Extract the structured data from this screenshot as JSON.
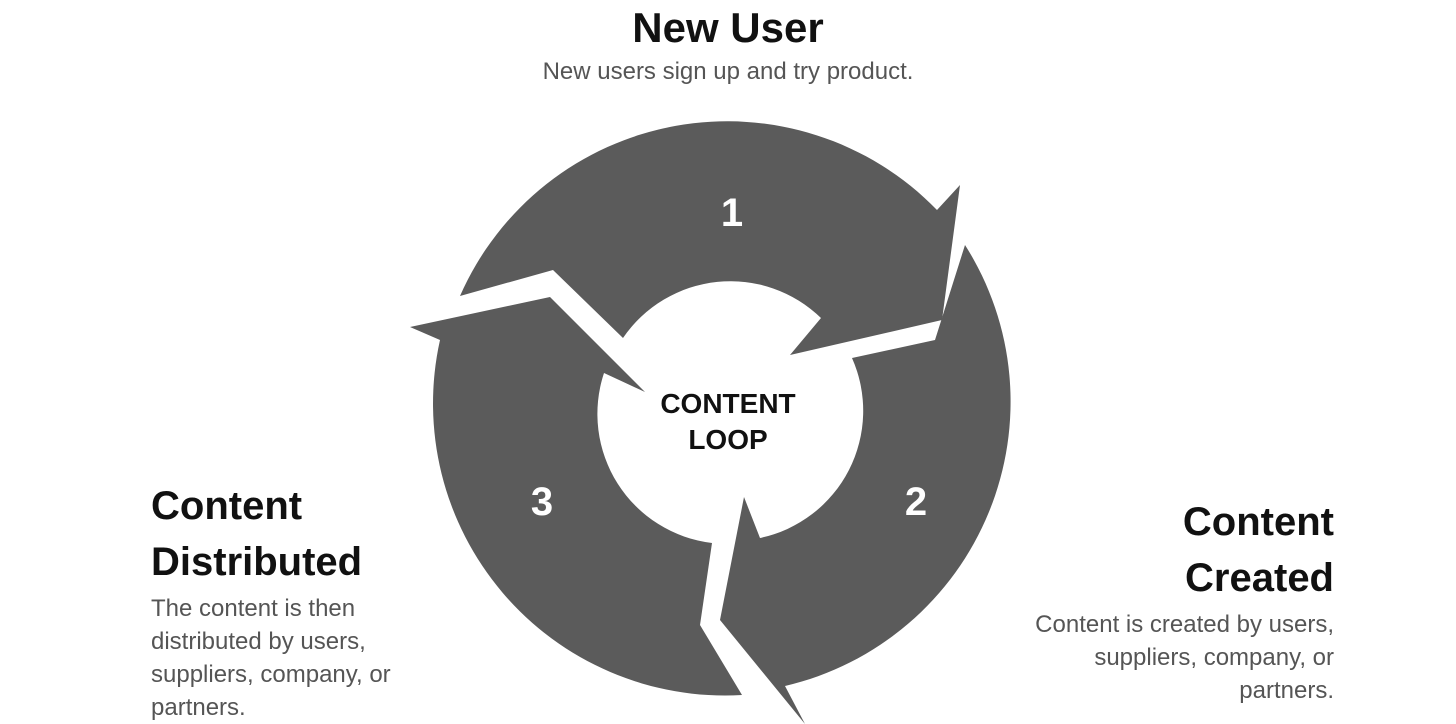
{
  "top": {
    "title": "New User",
    "description": "New users sign up and try product."
  },
  "left": {
    "title_line1": "Content",
    "title_line2": "Distributed",
    "description_lines": [
      "The content is then",
      "distributed by users,",
      "suppliers, company, or",
      "partners."
    ]
  },
  "right": {
    "title_line1": "Content",
    "title_line2": "Created",
    "description_lines": [
      "Content is created by users,",
      "suppliers, company, or",
      "partners."
    ]
  },
  "loop": {
    "center_line1": "CONTENT",
    "center_line2": "LOOP",
    "steps": [
      "1",
      "2",
      "3"
    ]
  },
  "colors": {
    "ring": "#5b5b5b",
    "background": "#ffffff",
    "heading": "#111111",
    "description": "#555555"
  }
}
